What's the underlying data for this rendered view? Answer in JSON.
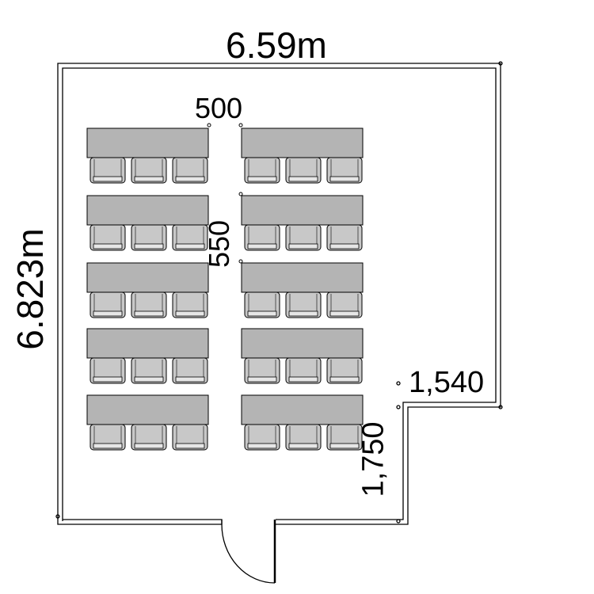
{
  "dimensions": {
    "room_width": "6.59m",
    "room_depth": "6.823m",
    "aisle_width": "500",
    "row_spacing": "550",
    "notch_width": "1,540",
    "notch_depth": "1,750"
  },
  "layout": {
    "columns_of_tables": 2,
    "rows_of_tables": 5,
    "chairs_per_table": 3
  },
  "colors": {
    "table": "#b4b4b4",
    "chair": "#c8c8c8",
    "wall": "#000000"
  }
}
